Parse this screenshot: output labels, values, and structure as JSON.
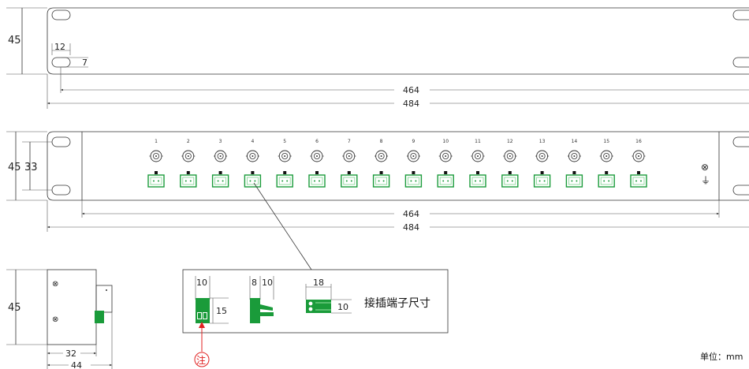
{
  "top_view": {
    "height_label": "45",
    "hole_offset_x": "12",
    "hole_offset_y": "7",
    "inner_width": "464",
    "outer_width": "484"
  },
  "front_view": {
    "height_label": "45",
    "hole_spacing": "33",
    "channels": [
      "1",
      "2",
      "3",
      "4",
      "5",
      "6",
      "7",
      "8",
      "9",
      "10",
      "11",
      "12",
      "13",
      "14",
      "15",
      "16"
    ],
    "screw_symbol": "⊗",
    "ground_symbol": "⏚",
    "inner_width": "464",
    "outer_width": "484"
  },
  "side_view": {
    "height_label": "45",
    "depth_inner": "32",
    "depth_outer": "44"
  },
  "terminal_detail": {
    "width_1": "10",
    "height_1": "15",
    "width_2a": "8",
    "width_2b": "10",
    "width_3": "18",
    "height_3": "10",
    "title": "接插端子尺寸",
    "note_mark": "注"
  },
  "unit_label": "单位：mm",
  "colors": {
    "terminal_green": "#1a9b3a",
    "terminal_light": "#7ed38f",
    "note_red": "#e02020",
    "line": "#333333"
  }
}
